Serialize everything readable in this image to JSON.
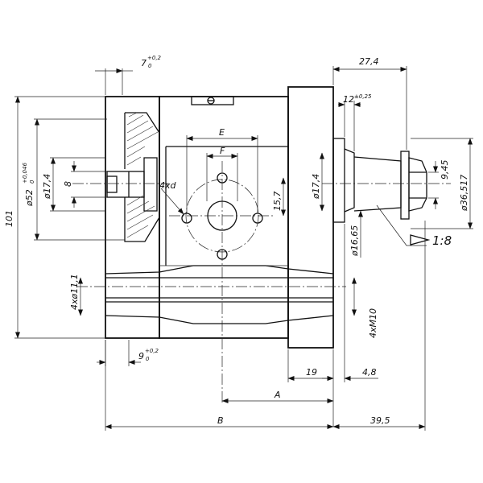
{
  "labels": {
    "d7": "7",
    "d7_tol_upper": "+0,2",
    "d7_tol_lower": "0",
    "d27_4": "27,4",
    "d12": "12",
    "d12_tol": "±0,25",
    "d101": "101",
    "d52": "ø52",
    "d52_tol_upper": "+0,046",
    "d52_tol_lower": "0",
    "d17_4_left": "ø17,4",
    "d8": "8",
    "E": "E",
    "F": "F",
    "holes": "4xd",
    "d15_7": "15,7",
    "d17_4_right": "ø17,4",
    "d9_45": "9,45",
    "d36_517": "ø36,517",
    "d16_65": "ø16,65",
    "taper": "1:8",
    "d4x11": "4xø11,1",
    "d4xM10": "4xM10",
    "d9": "9",
    "d9_tol_upper": "+0,2",
    "d9_tol_lower": "0",
    "d19": "19",
    "d4_8": "4,8",
    "A": "A",
    "B": "B",
    "d39_5": "39,5"
  }
}
